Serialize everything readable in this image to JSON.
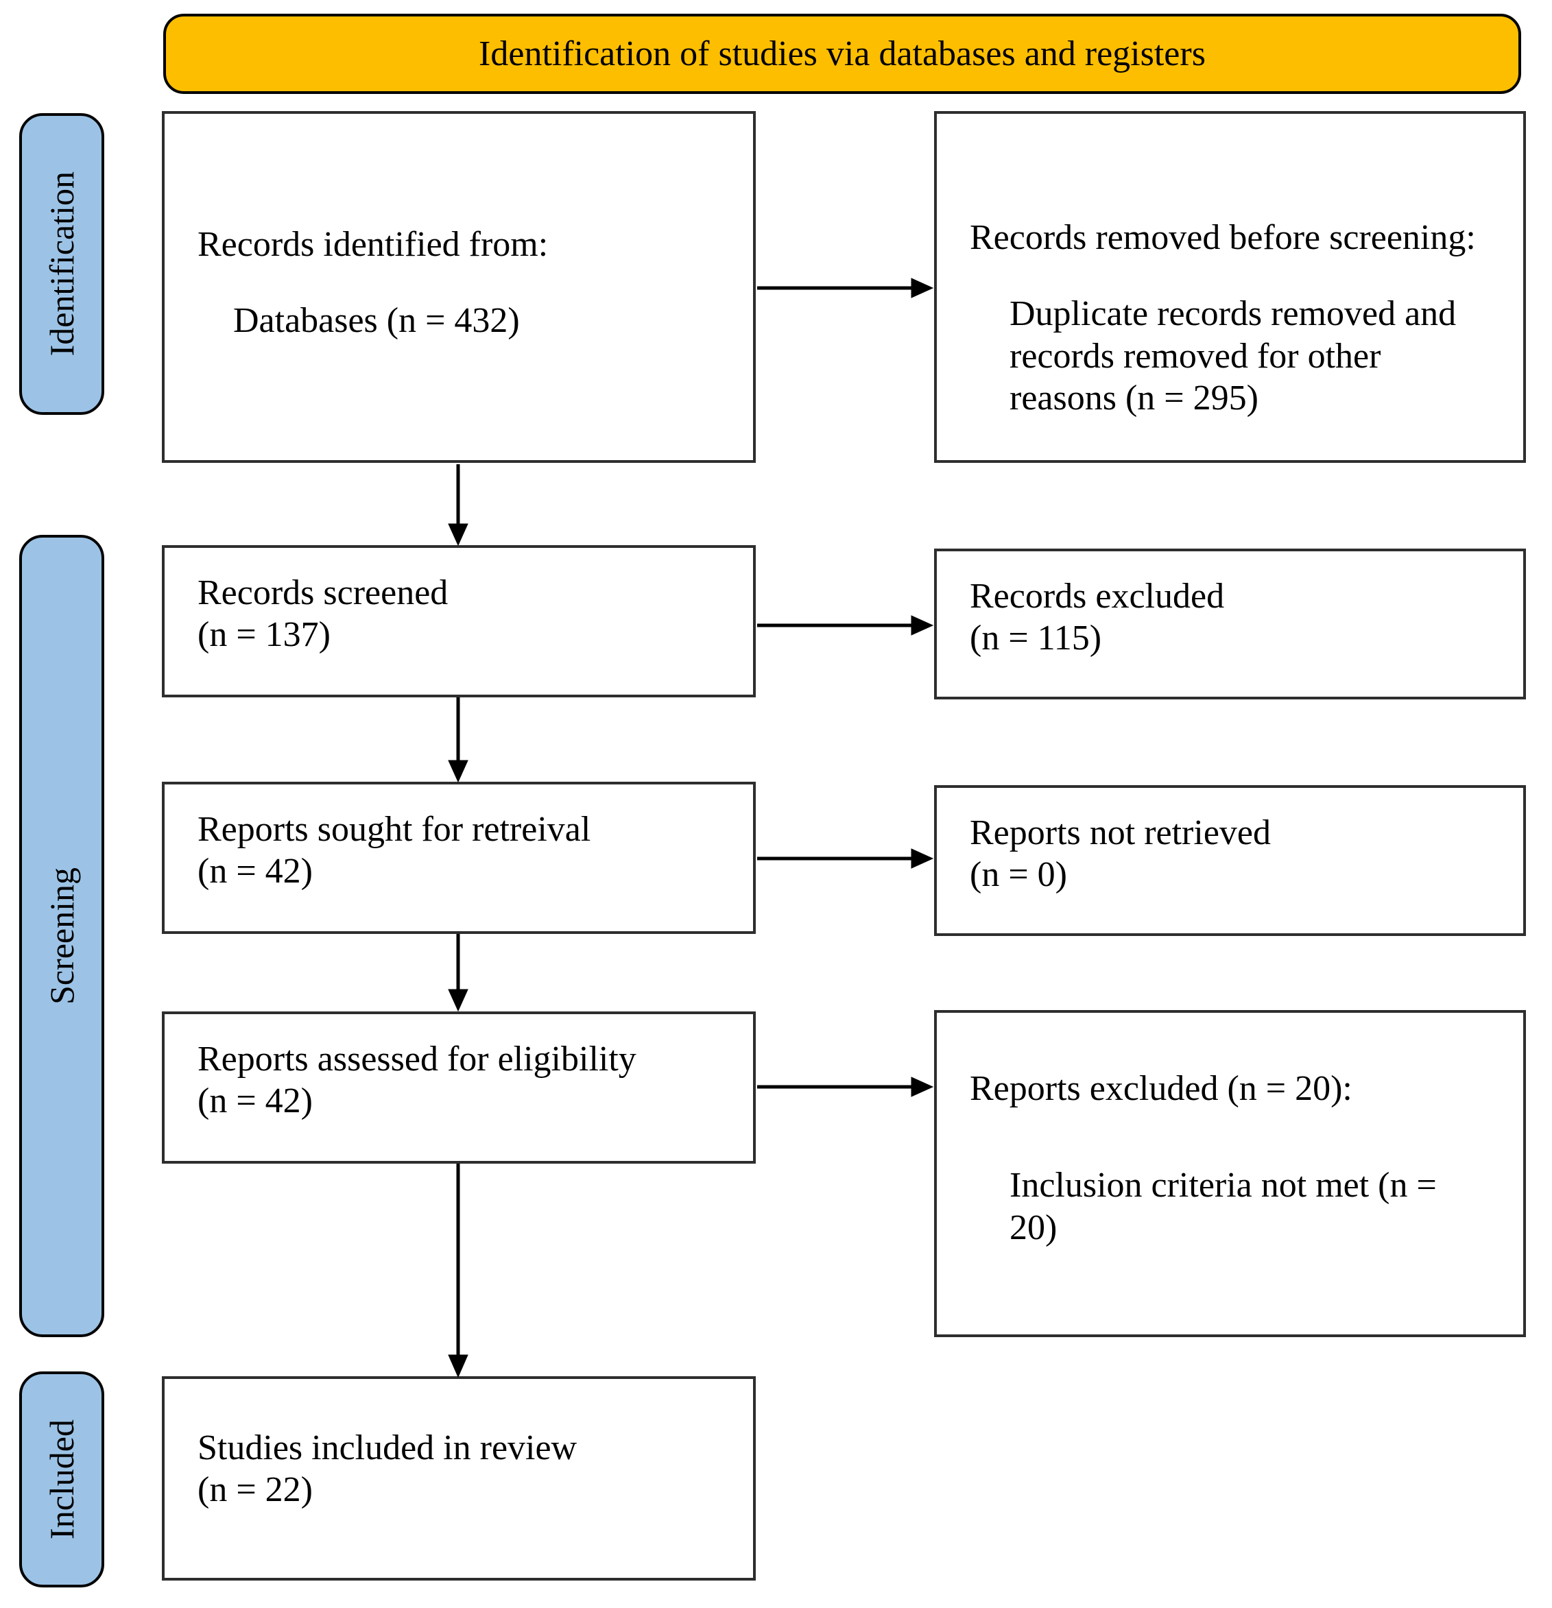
{
  "figure": {
    "banner_title": "Identification of studies via databases and registers"
  },
  "stages": {
    "identification": "Identification",
    "screening": "Screening",
    "included": "Included"
  },
  "boxes": {
    "records_identified": {
      "heading": "Records identified from:",
      "detail": "Databases (n = 432)"
    },
    "records_removed": {
      "heading": "Records removed before screening:",
      "detail": "Duplicate records removed and records removed for other reasons (n = 295)"
    },
    "records_screened": {
      "line1": "Records screened",
      "line2": "(n = 137)"
    },
    "records_excluded": {
      "line1": "Records excluded",
      "line2": "(n = 115)"
    },
    "reports_sought": {
      "line1": "Reports sought for retreival",
      "line2": "(n = 42)"
    },
    "reports_not_retrieved": {
      "line1": "Reports not retrieved",
      "line2": "(n = 0)"
    },
    "reports_assessed": {
      "line1": "Reports assessed for eligibility",
      "line2": "(n = 42)"
    },
    "reports_excluded": {
      "heading": "Reports excluded (n = 20):",
      "detail": "Inclusion criteria not met (n = 20)"
    },
    "studies_included": {
      "line1": "Studies included in review",
      "line2": "(n = 22)"
    }
  },
  "colors": {
    "banner": "#FDBE00",
    "stage_label": "#9CC3E6",
    "box_border": "#2e2e2e",
    "arrow": "#000000"
  }
}
